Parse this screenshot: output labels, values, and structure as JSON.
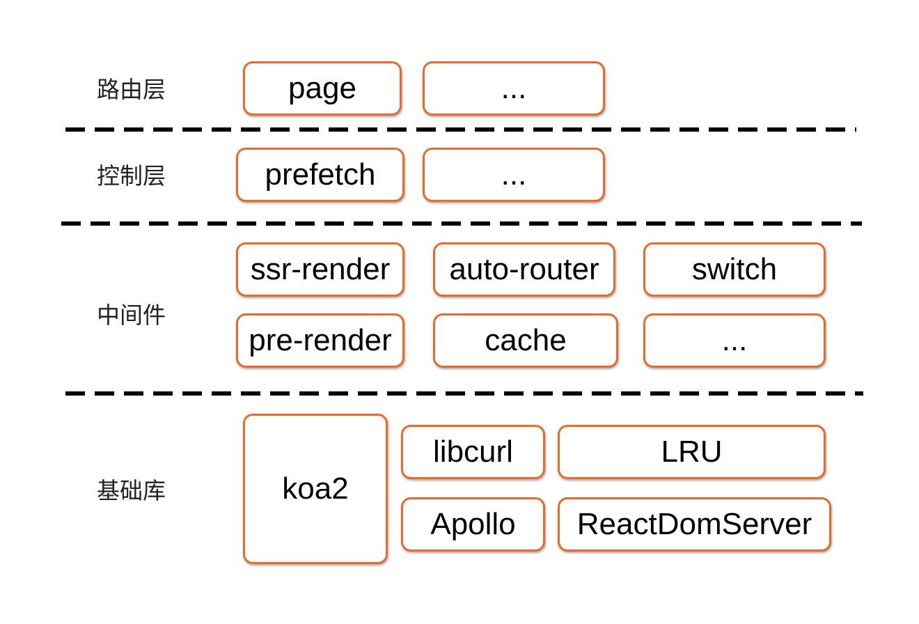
{
  "layers": {
    "routing": {
      "label": "路由层",
      "items": [
        "page",
        "..."
      ]
    },
    "control": {
      "label": "控制层",
      "items": [
        "prefetch",
        "..."
      ]
    },
    "middleware": {
      "label": "中间件",
      "items": [
        "ssr-render",
        "auto-router",
        "switch",
        "pre-render",
        "cache",
        "..."
      ]
    },
    "foundation": {
      "label": "基础库",
      "items": [
        "koa2",
        "libcurl",
        "LRU",
        "Apollo",
        "ReactDomServer"
      ]
    }
  },
  "colors": {
    "box_border": "#ec6a26",
    "divider": "#000000",
    "label_text": "#222222"
  }
}
